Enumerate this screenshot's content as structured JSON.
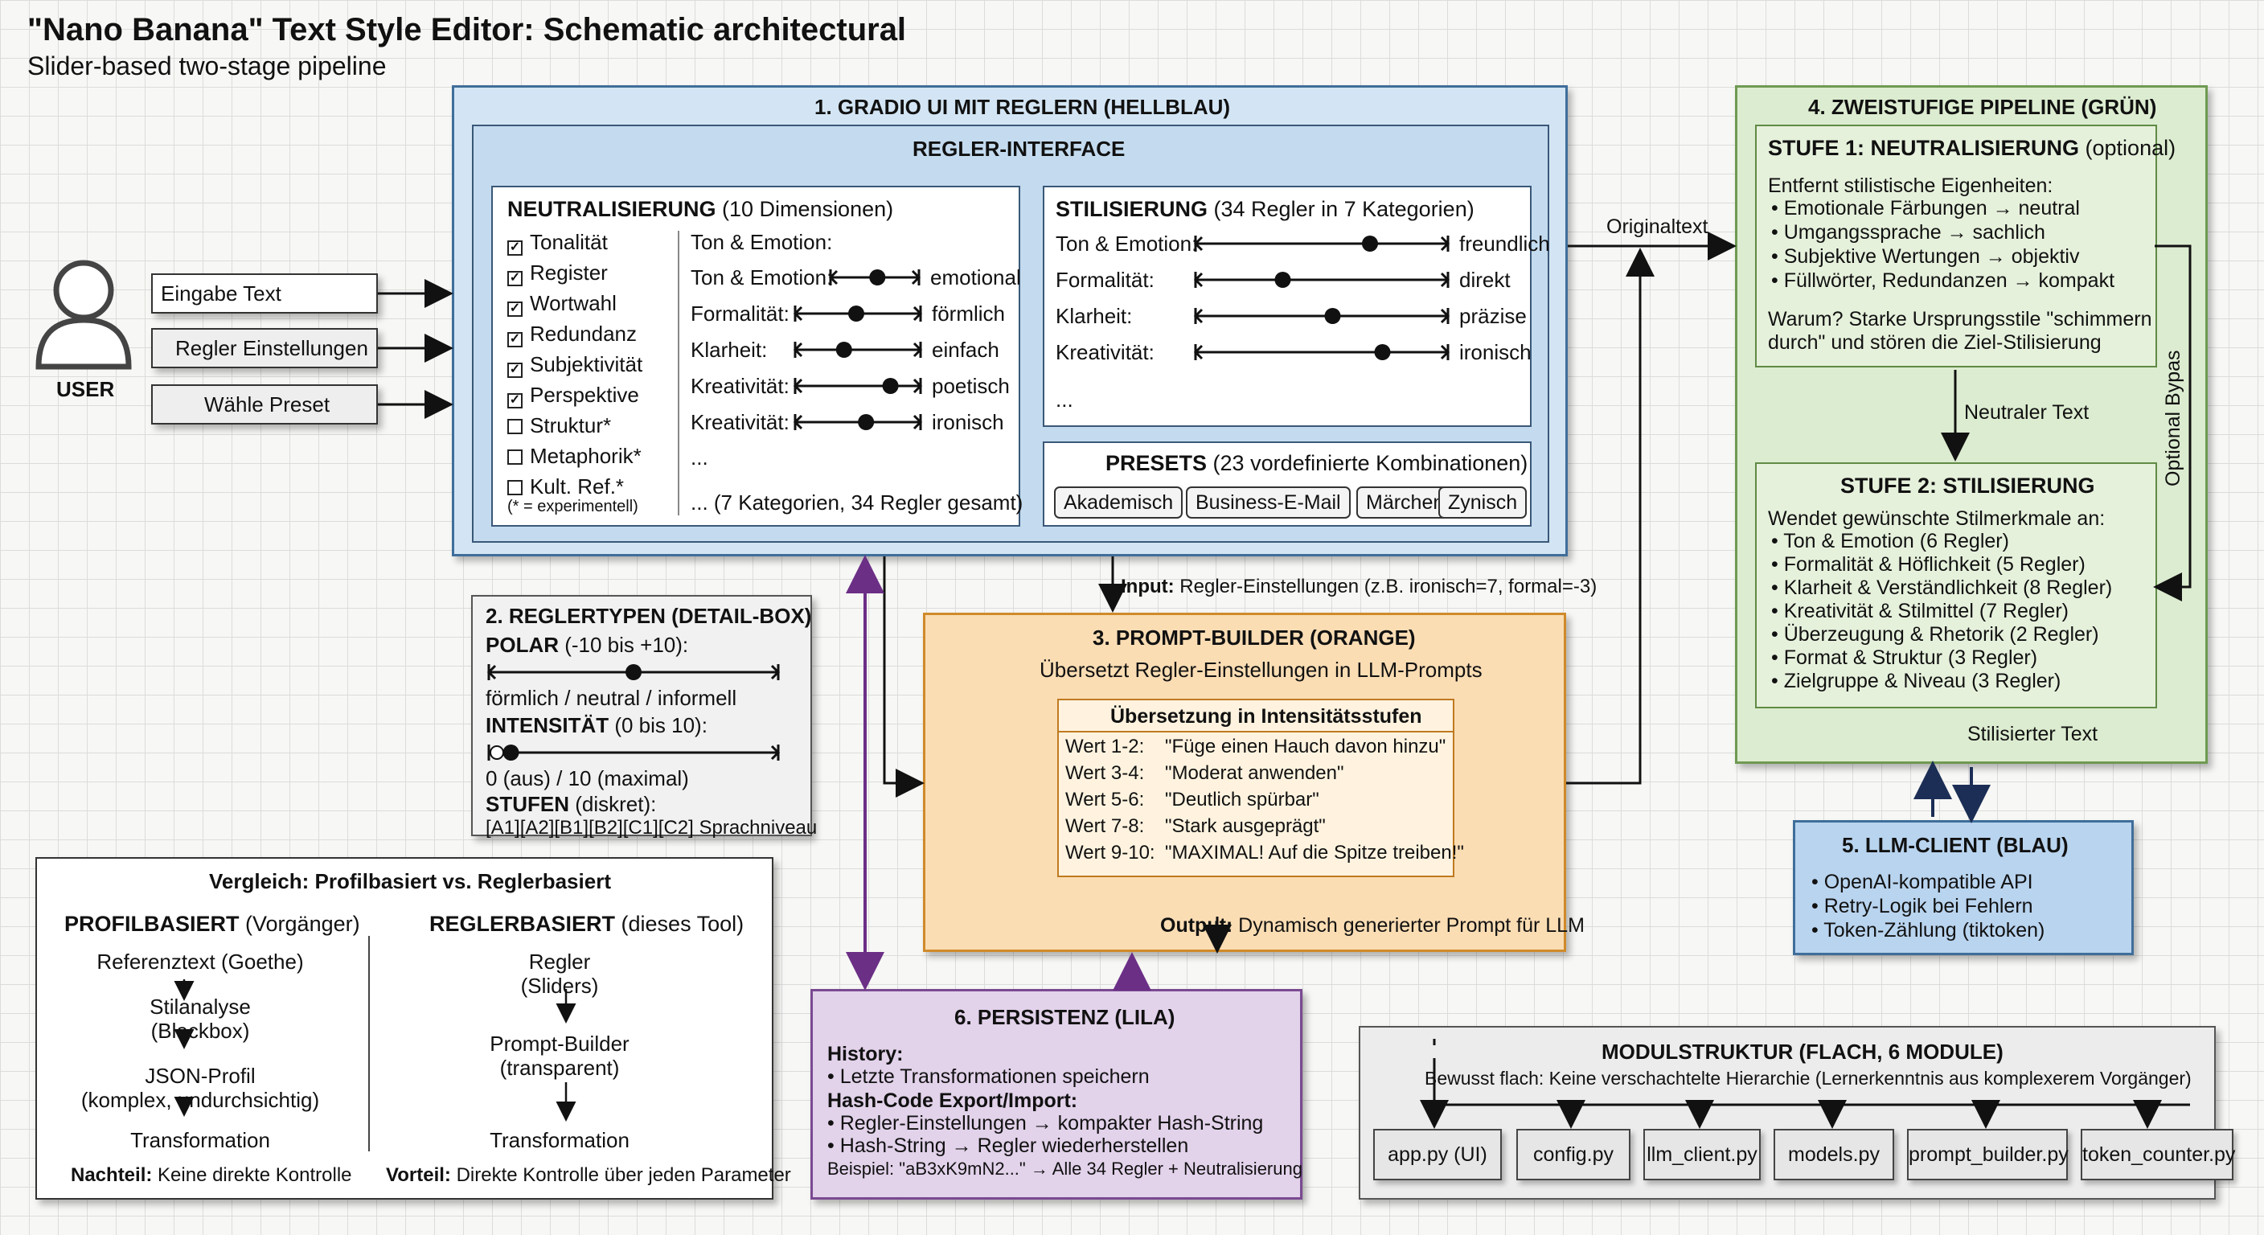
{
  "title": "\"Nano Banana\" Text Style Editor: Schematic architectural",
  "subtitle": "Slider-based two-stage pipeline",
  "user": {
    "label": "USER",
    "inputs": [
      "Eingabe Text",
      "Regler Einstellungen",
      "Wähle Preset"
    ]
  },
  "gradio": {
    "title": "1. GRADIO UI MIT REGLERN (HELLBLAU)",
    "inner_title": "REGLER-INTERFACE",
    "neutral": {
      "title_bold": "NEUTRALISIERUNG",
      "title_rest": " (10 Dimensionen)",
      "checks": [
        {
          "label": "Tonalität",
          "checked": true
        },
        {
          "label": "Register",
          "checked": true
        },
        {
          "label": "Wortwahl",
          "checked": true
        },
        {
          "label": "Redundanz",
          "checked": true
        },
        {
          "label": "Subjektivität",
          "checked": true
        },
        {
          "label": "Perspektive",
          "checked": true
        },
        {
          "label": "Struktur*",
          "checked": false
        },
        {
          "label": "Metaphorik*",
          "checked": false
        },
        {
          "label": "Kult. Ref.*",
          "checked": false
        }
      ],
      "note": "(* = experimentell)",
      "sliders_header": "Ton & Emotion:",
      "sliders": [
        {
          "label": "Ton & Emotion:",
          "target": "emotional",
          "value": 0.55
        },
        {
          "label": "Formalität:",
          "target": "förmlich",
          "value": 0.5
        },
        {
          "label": "Klarheit:",
          "target": "einfach",
          "value": 0.4
        },
        {
          "label": "Kreativität:",
          "target": "poetisch",
          "value": 0.78
        },
        {
          "label": "Kreativität:",
          "target": "ironisch",
          "value": 0.58
        }
      ],
      "ellipsis": "...",
      "footer": "... (7 Kategorien, 34 Regler gesamt)"
    },
    "stil": {
      "title_bold": "STILISIERUNG",
      "title_rest": " (34 Regler in 7 Kategorien)",
      "sliders": [
        {
          "label": "Ton & Emotion:",
          "target": "freundlich",
          "value": 0.7
        },
        {
          "label": "Formalität:",
          "target": "direkt",
          "value": 0.35
        },
        {
          "label": "Klarheit:",
          "target": "präzise",
          "value": 0.55
        },
        {
          "label": "Kreativität:",
          "target": "ironisch",
          "value": 0.75
        }
      ],
      "ellipsis": "..."
    },
    "presets": {
      "title_bold": "PRESETS",
      "title_rest": " (23 vordefinierte Kombinationen)",
      "items": [
        "Akademisch",
        "Business-E-Mail",
        "Märchen",
        "Zynisch"
      ]
    }
  },
  "regler": {
    "title": "2. REGLERTYPEN (DETAIL-BOX)",
    "polar_bold": "POLAR",
    "polar_rest": " (-10 bis +10):",
    "polar_value": 0.5,
    "polar_caption": "förmlich / neutral / informell",
    "int_bold": "INTENSITÄT",
    "int_rest": " (0 bis 10):",
    "int_value": 0.05,
    "int_caption": "0 (aus) / 10 (maximal)",
    "stufen_bold": "STUFEN",
    "stufen_rest": " (diskret):",
    "stufen_caption": "[A1][A2][B1][B2][C1][C2] Sprachniveau"
  },
  "compare": {
    "title": "Vergleich: Profilbasiert vs. Reglerbasiert",
    "left_bold": "PROFILBASIERT",
    "left_rest": " (Vorgänger)",
    "left_steps": [
      "Referenztext (Goethe)",
      "Stilanalyse\n(Blackbox)",
      "JSON-Profil\n(komplex, undurchsichtig)",
      "Transformation"
    ],
    "left_foot_bold": "Nachteil:",
    "left_foot_rest": " Keine direkte Kontrolle",
    "right_bold": "REGLERBASIERT",
    "right_rest": " (dieses Tool)",
    "right_steps": [
      "Regler\n(Sliders)",
      "Prompt-Builder\n(transparent)",
      "Transformation"
    ],
    "right_foot_bold": "Vorteil:",
    "right_foot_rest": " Direkte Kontrolle über jeden Parameter"
  },
  "input_label_bold": "Input:",
  "input_label_rest": " Regler-Einstellungen (z.B. ironisch=7, formal=-3)",
  "prompt": {
    "title": "3. PROMPT-BUILDER (ORANGE)",
    "subtitle": "Übersetzt Regler-Einstellungen in LLM-Prompts",
    "inner_title": "Übersetzung in Intensitätsstufen",
    "rows": [
      {
        "k": "Wert 1-2:",
        "v": "\"Füge einen Hauch davon hinzu\""
      },
      {
        "k": "Wert 3-4:",
        "v": "\"Moderat anwenden\""
      },
      {
        "k": "Wert 5-6:",
        "v": "\"Deutlich spürbar\""
      },
      {
        "k": "Wert 7-8:",
        "v": "\"Stark ausgeprägt\""
      },
      {
        "k": "Wert 9-10:",
        "v": "\"MAXIMAL! Auf die Spitze treiben!\""
      }
    ],
    "output_bold": "Output:",
    "output_rest": " Dynamisch generierter Prompt für LLM"
  },
  "pipeline": {
    "title": "4. ZWEISTUFIGE PIPELINE (GRÜN)",
    "s1_bold": "STUFE 1: NEUTRALISIERUNG",
    "s1_rest": " (optional)",
    "s1_intro": "Entfernt stilistische Eigenheiten:",
    "s1_items": [
      "Emotionale Färbungen → neutral",
      "Umgangssprache → sachlich",
      "Subjektive Wertungen → objektiv",
      "Füllwörter, Redundanzen → kompakt"
    ],
    "s1_why": "Warum? Starke Ursprungsstile \"schimmern\ndurch\" und stören die Ziel-Stilisierung",
    "neutral_label": "Neutraler Text",
    "bypass_label": "Optional Bypas",
    "s2_title": "STUFE 2: STILISIERUNG",
    "s2_intro": "Wendet gewünschte Stilmerkmale an:",
    "s2_items": [
      "Ton & Emotion (6 Regler)",
      "Formalität & Höflichkeit (5 Regler)",
      "Klarheit & Verständlichkeit (8 Regler)",
      "Kreativität & Stilmittel (7 Regler)",
      "Überzeugung & Rhetorik (2 Regler)",
      "Format & Struktur (3 Regler)",
      "Zielgruppe & Niveau (3 Regler)"
    ],
    "styled_label": "Stilisierter Text",
    "original_label": "Originaltext"
  },
  "llm": {
    "title": "5. LLM-CLIENT (BLAU)",
    "items": [
      "OpenAI-kompatible API",
      "Retry-Logik bei Fehlern",
      "Token-Zählung (tiktoken)"
    ]
  },
  "persist": {
    "title": "6. PERSISTENZ (LILA)",
    "h1": "History:",
    "i1": "Letzte Transformationen speichern",
    "h2": "Hash-Code Export/Import:",
    "i2": [
      "Regler-Einstellungen → kompakter Hash-String",
      "Hash-String → Regler wiederherstellen"
    ],
    "example": "Beispiel: \"aB3xK9mN2...\" → Alle 34 Regler + Neutralisierung"
  },
  "modules": {
    "title": "MODULSTRUKTUR (FLACH, 6 MODULE)",
    "subtitle": "Bewusst flach: Keine verschachtelte Hierarchie (Lernerkenntnis aus komplexerem Vorgänger)",
    "items": [
      "app.py (UI)",
      "config.py",
      "llm_client.py",
      "models.py",
      "prompt_builder.py",
      "token_counter.py"
    ]
  },
  "colors": {
    "blue_light": "#d3e5f4",
    "blue": "#b9d4ef",
    "orange": "#fbddb4",
    "green": "#dcecd0",
    "purple": "#e2d2ea",
    "gray": "#e9e9e9"
  }
}
